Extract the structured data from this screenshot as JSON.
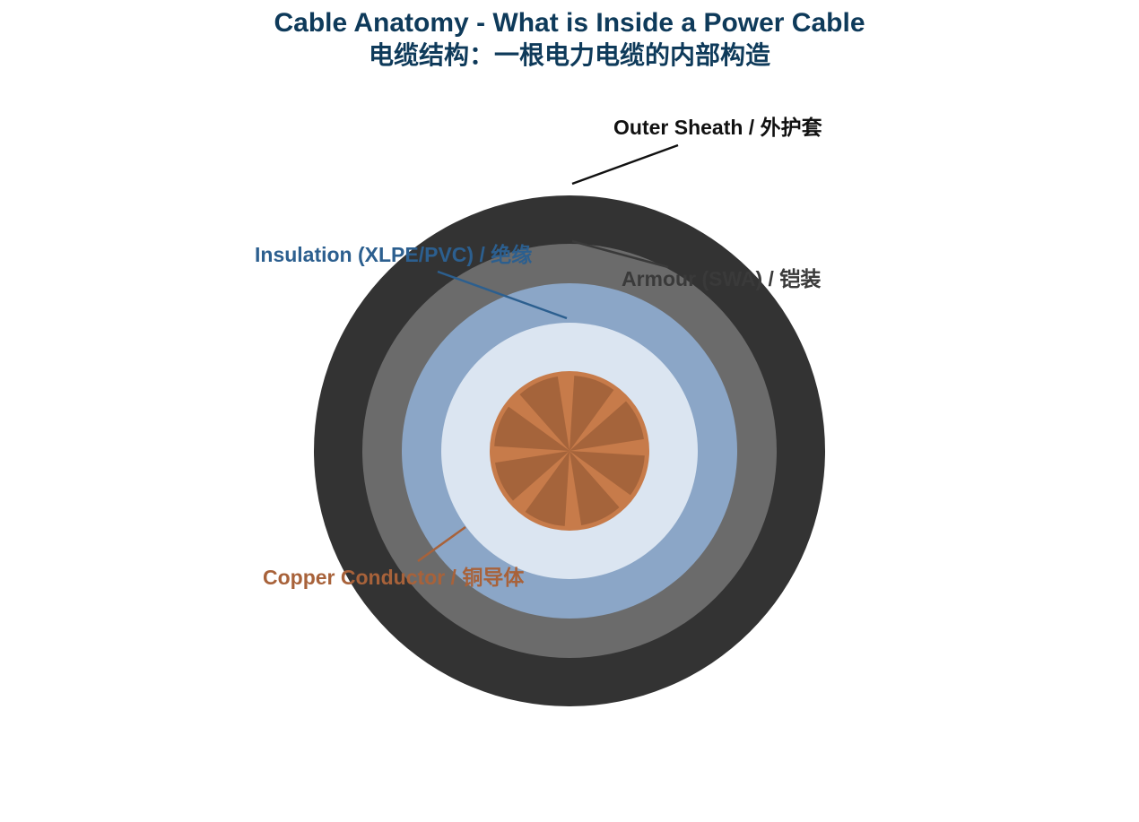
{
  "title": {
    "line1": "Cable Anatomy - What is Inside a Power Cable",
    "line2": "电缆结构：一根电力电缆的内部构造"
  },
  "layers": [
    {
      "key": "sheath",
      "label": "Outer Sheath / 外护套",
      "color": "#333333"
    },
    {
      "key": "armour",
      "label": "Armour (SWA) / 铠装",
      "color": "#6b6b6b"
    },
    {
      "key": "insulation",
      "label": "Insulation (XLPE/PVC) / 绝缘",
      "color": "#8ba6c7"
    },
    {
      "key": "bedding",
      "label": "",
      "color": "#dbe5f1"
    },
    {
      "key": "conductor",
      "label": "Copper Conductor / 铜导体",
      "color": "#c77b4a"
    }
  ],
  "colors": {
    "title": "#0e3a5a",
    "sheath_label": "#111111",
    "armour_label": "#3a3a3a",
    "insulation_label": "#2c5f8f",
    "conductor_label": "#a8623a",
    "strand": "#a5643b"
  },
  "conductor_strands": 8
}
